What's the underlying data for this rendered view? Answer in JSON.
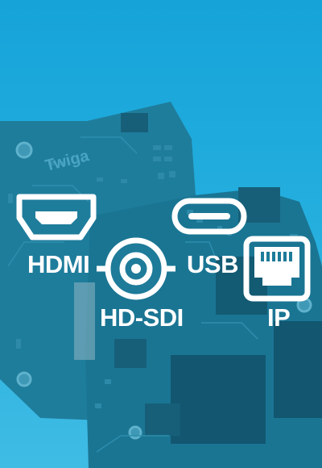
{
  "interfaces": {
    "hdmi": "HDMI",
    "sdi": "HD-SDI",
    "usb": "USB",
    "ip": "IP"
  },
  "board_silkscreen": "Twiga",
  "colors": {
    "background": "#1aa3d6",
    "board": "#1e7b99",
    "board_dark": "#145e78",
    "icon": "#ffffff"
  },
  "icons": [
    "hdmi-port-icon",
    "bnc-connector-icon",
    "usb-c-port-icon",
    "ethernet-port-icon"
  ]
}
